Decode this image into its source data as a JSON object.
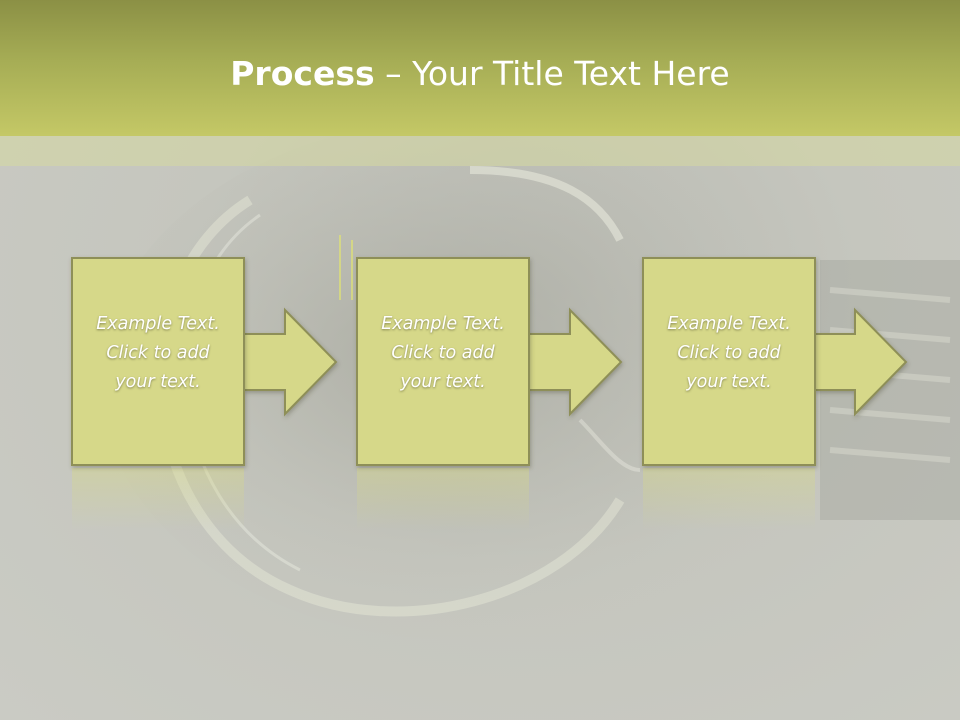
{
  "title": {
    "bold": "Process",
    "rest": " – Your Title Text Here"
  },
  "steps": [
    {
      "line1": "Example Text.",
      "line2": "Click  to add",
      "line3": "your text."
    },
    {
      "line1": "Example Text.",
      "line2": "Click  to add",
      "line3": "your text."
    },
    {
      "line1": "Example Text.",
      "line2": "Click  to add",
      "line3": "your text."
    }
  ],
  "colors": {
    "title_band_top": "#8b9045",
    "title_band_bottom": "#c4c866",
    "box_fill": "#d6d889",
    "box_border": "#8e8f58",
    "background": "#c6c7c0"
  }
}
